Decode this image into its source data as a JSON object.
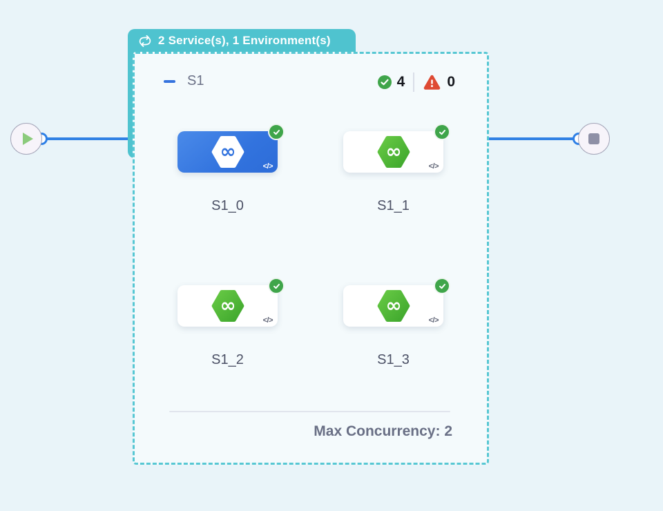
{
  "page": {
    "background": "#e9f4f9"
  },
  "stage_badge": {
    "label": "2 Service(s), 1 Environment(s)",
    "icon": "cycle-arrows-icon",
    "background": "#4fc3cf"
  },
  "stage": {
    "name": "S1",
    "success_count": "4",
    "failure_count": "0",
    "max_concurrency_label": "Max Concurrency: 2"
  },
  "matrix_cells": [
    {
      "label": "S1_0",
      "state": "selected",
      "status": "success"
    },
    {
      "label": "S1_1",
      "state": "default",
      "status": "success"
    },
    {
      "label": "S1_2",
      "state": "default",
      "status": "success"
    },
    {
      "label": "S1_3",
      "state": "default",
      "status": "success"
    }
  ],
  "icons": {
    "code_glyph": "</>",
    "start_node": "play-icon",
    "end_node": "stop-icon",
    "success": "check-circle-icon",
    "failure": "warning-triangle-icon"
  },
  "colors": {
    "teal": "#4fc3cf",
    "edge_blue": "#3181e4",
    "selected_card_blue": "#3273de",
    "service_green": "#52b43a",
    "success_green": "#3fa54a",
    "failure_red": "#de4a33"
  }
}
